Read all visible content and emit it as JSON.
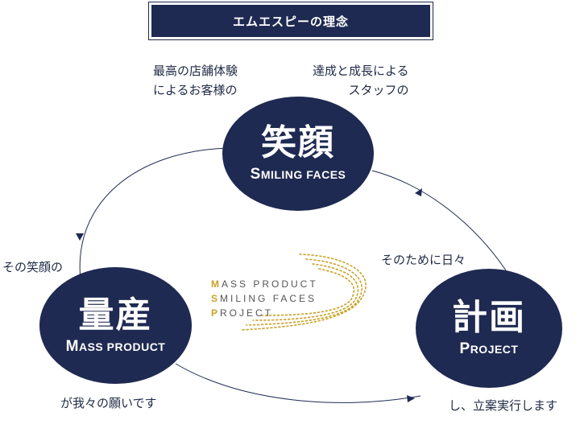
{
  "title": "エムエスピーの理念",
  "top_left_text": [
    "最高の店舗体験",
    "によるお客様の"
  ],
  "top_right_text": [
    "達成と成長による",
    "スタッフの"
  ],
  "left_text": "その笑顔の",
  "right_text": "そのために日々",
  "bottom_left_text": "が我々の願いです",
  "bottom_right_text": "し、立案実行します",
  "circles": {
    "smile": {
      "kanji": "笑顔",
      "cap": "S",
      "rest": "MILING FACES"
    },
    "mass": {
      "kanji": "量産",
      "cap": "M",
      "rest": "ASS PRODUCT"
    },
    "project": {
      "kanji": "計画",
      "cap": "P",
      "rest": "ROJECT"
    }
  },
  "msp_logo": [
    {
      "lead": "M",
      "rest": "ASS PRODUCT"
    },
    {
      "lead": "S",
      "rest": "MILING FACES"
    },
    {
      "lead": "P",
      "rest": "ROJECT"
    }
  ],
  "colors": {
    "navy": "#1f2a52",
    "gold": "#c9a227"
  }
}
